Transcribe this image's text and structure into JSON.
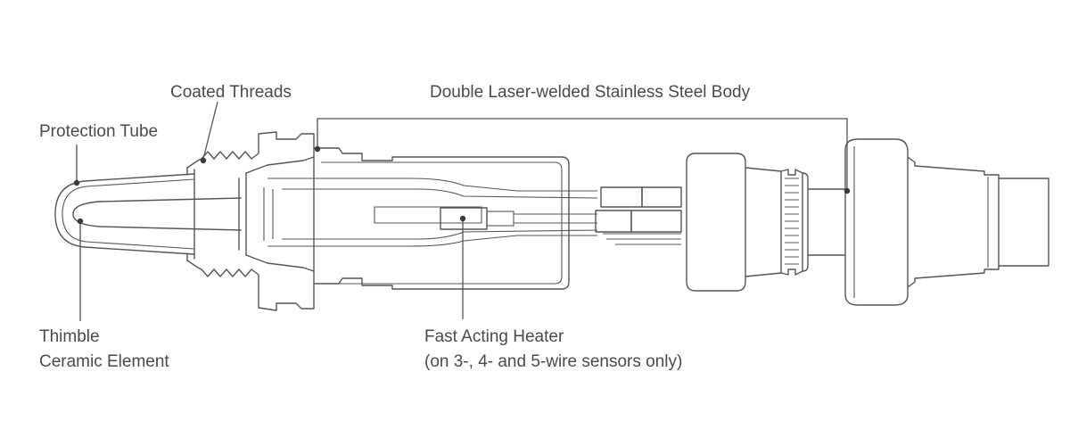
{
  "labels": {
    "coated_threads": "Coated Threads",
    "steel_body": "Double Laser-welded Stainless Steel Body",
    "protection_tube": "Protection Tube",
    "thimble_line1": "Thimble",
    "thimble_line2": "Ceramic Element",
    "heater_line1": "Fast Acting Heater",
    "heater_line2": "(on 3-, 4- and 5-wire sensors only)"
  },
  "colors": {
    "line": "#555555",
    "text": "#4a4a4a",
    "background": "#ffffff"
  }
}
